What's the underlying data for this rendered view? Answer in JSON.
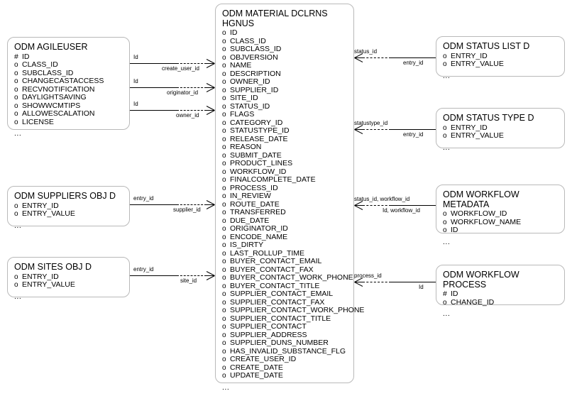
{
  "diagram": {
    "type": "entity-relationship-diagram",
    "background_color": "#ffffff",
    "border_color": "#b9b9b9",
    "line_color": "#000000",
    "markers": {
      "primary_key": "#",
      "attribute": "o",
      "truncated": "..."
    }
  },
  "entities": {
    "material_declarations": {
      "name": "ODM MATERIAL DCLRNS\nHGNUS",
      "attributes": [
        {
          "marker": "o",
          "name": "ID"
        },
        {
          "marker": "o",
          "name": "CLASS_ID"
        },
        {
          "marker": "o",
          "name": "SUBCLASS_ID"
        },
        {
          "marker": "o",
          "name": "OBJVERSION"
        },
        {
          "marker": "o",
          "name": "NAME"
        },
        {
          "marker": "o",
          "name": "DESCRIPTION"
        },
        {
          "marker": "o",
          "name": "OWNER_ID"
        },
        {
          "marker": "o",
          "name": "SUPPLIER_ID"
        },
        {
          "marker": "o",
          "name": "SITE_ID"
        },
        {
          "marker": "o",
          "name": "STATUS_ID"
        },
        {
          "marker": "o",
          "name": "FLAGS"
        },
        {
          "marker": "o",
          "name": "CATEGORY_ID"
        },
        {
          "marker": "o",
          "name": "STATUSTYPE_ID"
        },
        {
          "marker": "o",
          "name": "RELEASE_DATE"
        },
        {
          "marker": "o",
          "name": "REASON"
        },
        {
          "marker": "o",
          "name": "SUBMIT_DATE"
        },
        {
          "marker": "o",
          "name": "PRODUCT_LINES"
        },
        {
          "marker": "o",
          "name": "WORKFLOW_ID"
        },
        {
          "marker": "o",
          "name": "FINALCOMPLETE_DATE"
        },
        {
          "marker": "o",
          "name": "PROCESS_ID"
        },
        {
          "marker": "o",
          "name": "IN_REVIEW"
        },
        {
          "marker": "o",
          "name": "ROUTE_DATE"
        },
        {
          "marker": "o",
          "name": "TRANSFERRED"
        },
        {
          "marker": "o",
          "name": "DUE_DATE"
        },
        {
          "marker": "o",
          "name": "ORIGINATOR_ID"
        },
        {
          "marker": "o",
          "name": "ENCODE_NAME"
        },
        {
          "marker": "o",
          "name": "IS_DIRTY"
        },
        {
          "marker": "o",
          "name": "LAST_ROLLUP_TIME"
        },
        {
          "marker": "o",
          "name": "BUYER_CONTACT_EMAIL"
        },
        {
          "marker": "o",
          "name": "BUYER_CONTACT_FAX"
        },
        {
          "marker": "o",
          "name": "BUYER_CONTACT_WORK_PHONE"
        },
        {
          "marker": "o",
          "name": "BUYER_CONTACT_TITLE"
        },
        {
          "marker": "o",
          "name": "SUPPLIER_CONTACT_EMAIL"
        },
        {
          "marker": "o",
          "name": "SUPPLIER_CONTACT_FAX"
        },
        {
          "marker": "o",
          "name": "SUPPLIER_CONTACT_WORK_PHONE"
        },
        {
          "marker": "o",
          "name": "SUPPLIER_CONTACT_TITLE"
        },
        {
          "marker": "o",
          "name": "SUPPLIER_CONTACT"
        },
        {
          "marker": "o",
          "name": "SUPPLIER_ADDRESS"
        },
        {
          "marker": "o",
          "name": "SUPPLIER_DUNS_NUMBER"
        },
        {
          "marker": "o",
          "name": "HAS_INVALID_SUBSTANCE_FLG"
        },
        {
          "marker": "o",
          "name": "CREATE_USER_ID"
        },
        {
          "marker": "o",
          "name": "CREATE_DATE"
        },
        {
          "marker": "o",
          "name": "UPDATE_DATE"
        }
      ],
      "more": "..."
    },
    "agileuser": {
      "name": "ODM AGILEUSER",
      "attributes": [
        {
          "marker": "#",
          "name": "ID"
        },
        {
          "marker": "o",
          "name": "CLASS_ID"
        },
        {
          "marker": "o",
          "name": "SUBCLASS_ID"
        },
        {
          "marker": "o",
          "name": "CHANGECASTACCESS"
        },
        {
          "marker": "o",
          "name": "RECVNOTIFICATION"
        },
        {
          "marker": "o",
          "name": "DAYLIGHTSAVING"
        },
        {
          "marker": "o",
          "name": "SHOWWCMTIPS"
        },
        {
          "marker": "o",
          "name": "ALLOWESCALATION"
        },
        {
          "marker": "o",
          "name": "LICENSE"
        }
      ],
      "more": "..."
    },
    "suppliers_obj": {
      "name": "ODM SUPPLIERS OBJ D",
      "attributes": [
        {
          "marker": "o",
          "name": "ENTRY_ID"
        },
        {
          "marker": "o",
          "name": "ENTRY_VALUE"
        }
      ],
      "more": "..."
    },
    "sites_obj": {
      "name": "ODM SITES OBJ D",
      "attributes": [
        {
          "marker": "o",
          "name": "ENTRY_ID"
        },
        {
          "marker": "o",
          "name": "ENTRY_VALUE"
        }
      ],
      "more": "..."
    },
    "status_list": {
      "name": "ODM STATUS LIST D",
      "attributes": [
        {
          "marker": "o",
          "name": "ENTRY_ID"
        },
        {
          "marker": "o",
          "name": "ENTRY_VALUE"
        }
      ],
      "more": "..."
    },
    "status_type": {
      "name": "ODM STATUS TYPE D",
      "attributes": [
        {
          "marker": "o",
          "name": "ENTRY_ID"
        },
        {
          "marker": "o",
          "name": "ENTRY_VALUE"
        }
      ],
      "more": "..."
    },
    "workflow_metadata": {
      "name": "ODM WORKFLOW METADATA",
      "attributes": [
        {
          "marker": "o",
          "name": "WORKFLOW_ID"
        },
        {
          "marker": "o",
          "name": "WORKFLOW_NAME"
        },
        {
          "marker": "o",
          "name": "ID"
        }
      ],
      "more": "..."
    },
    "workflow_process": {
      "name": "ODM WORKFLOW PROCESS",
      "attributes": [
        {
          "marker": "#",
          "name": "ID"
        },
        {
          "marker": "o",
          "name": "CHANGE_ID"
        }
      ],
      "more": "..."
    }
  },
  "relationships": [
    {
      "id": "agileuser-create-user",
      "source_label": "Id",
      "target_label": "create_user_id"
    },
    {
      "id": "agileuser-originator",
      "source_label": "Id",
      "target_label": "originator_id"
    },
    {
      "id": "agileuser-owner",
      "source_label": "Id",
      "target_label": "owner_id"
    },
    {
      "id": "suppliers-supplier",
      "source_label": "entry_id",
      "target_label": "supplier_id"
    },
    {
      "id": "sites-site",
      "source_label": "entry_id",
      "target_label": "site_id"
    },
    {
      "id": "status-list",
      "source_label": "status_id",
      "target_label": "entry_id"
    },
    {
      "id": "status-type",
      "source_label": "statustype_id",
      "target_label": "entry_id"
    },
    {
      "id": "workflow-metadata",
      "source_label": "status_id, workflow_id",
      "target_label": "Id, workflow_id"
    },
    {
      "id": "workflow-process",
      "source_label": "process_id",
      "target_label": "Id"
    }
  ]
}
